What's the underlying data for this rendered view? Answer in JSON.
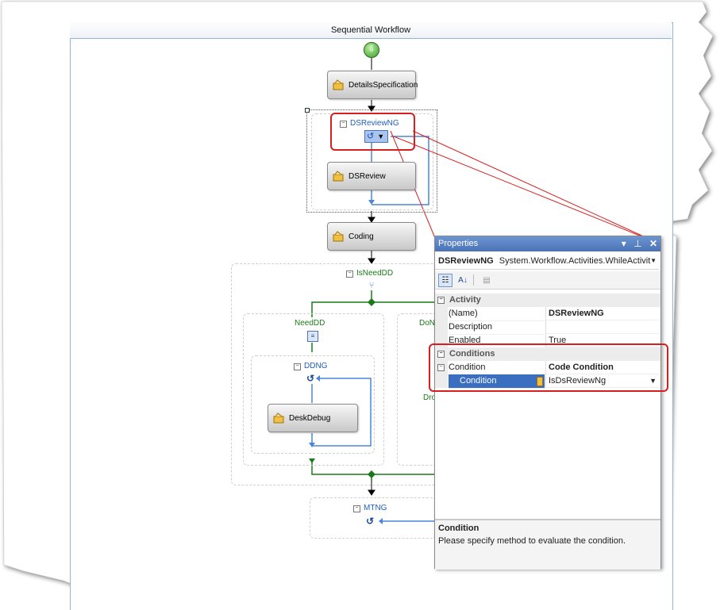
{
  "workflow": {
    "title": "Sequential Workflow",
    "activities": {
      "details": "DetailsSpecification",
      "dsreview_while": "DSReviewNG",
      "dsreview": "DSReview",
      "coding": "Coding",
      "isneeddd": "IsNeedDD",
      "needdd": "NeedDD",
      "doneed_partial": "DoN",
      "ddng": "DDNG",
      "deskdebug": "DeskDebug",
      "dro_partial": "Dro",
      "mtng": "MTNG"
    }
  },
  "properties": {
    "title": "Properties",
    "window_buttons": [
      "▾",
      "⊥",
      "✕"
    ],
    "object_name": "DSReviewNG",
    "object_type": "System.Workflow.Activities.WhileActivit",
    "rows": [
      {
        "kind": "category",
        "label": "Activity"
      },
      {
        "kind": "prop",
        "name": "(Name)",
        "value": "DSReviewNG",
        "bold": true
      },
      {
        "kind": "prop",
        "name": "Description",
        "value": ""
      },
      {
        "kind": "prop",
        "name": "Enabled",
        "value": "True"
      },
      {
        "kind": "category",
        "label": "Conditions"
      },
      {
        "kind": "prop",
        "name": "Condition",
        "value": "Code Condition",
        "bold": true,
        "expander": true
      },
      {
        "kind": "sub",
        "name": "Condition",
        "value": "IsDsReviewNg",
        "selected": true
      }
    ],
    "help_title": "Condition",
    "help_text": "Please specify method to evaluate the condition."
  },
  "colors": {
    "accent_red": "#d81e1e",
    "flow_blue": "#4a86d8",
    "flow_green": "#1a7a1a",
    "title_blue": "#4a73b8"
  }
}
